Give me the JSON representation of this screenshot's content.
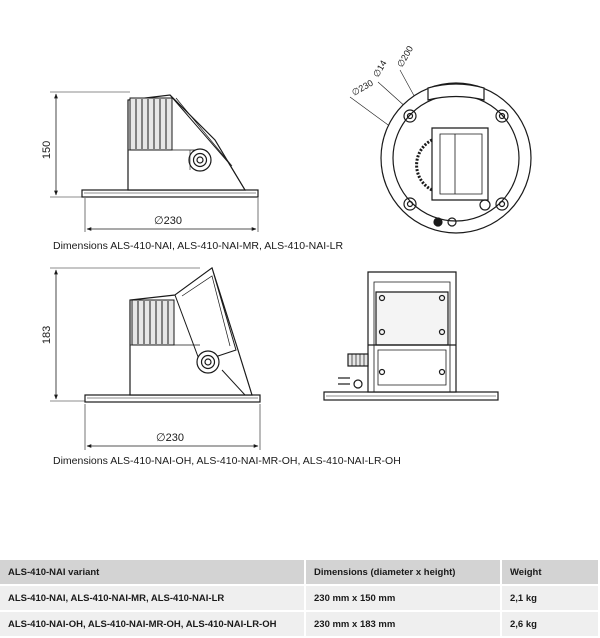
{
  "figure_1": {
    "height_label": "150",
    "diameter_label": "∅230",
    "caption": "Dimensions ALS-410-NAI, ALS-410-NAI-MR, ALS-410-NAI-LR"
  },
  "top_view": {
    "label_200": "∅200",
    "label_14": "∅14",
    "label_230": "∅230"
  },
  "figure_2": {
    "height_label": "183",
    "diameter_label": "∅230",
    "caption": "Dimensions ALS-410-NAI-OH, ALS-410-NAI-MR-OH, ALS-410-NAI-LR-OH"
  },
  "table": {
    "headers": [
      "ALS-410-NAI variant",
      "Dimensions (diameter x height)",
      "Weight"
    ],
    "rows": [
      [
        "ALS-410-NAI, ALS-410-NAI-MR, ALS-410-NAI-LR",
        "230 mm x 150 mm",
        "2,1 kg"
      ],
      [
        "ALS-410-NAI-OH, ALS-410-NAI-MR-OH, ALS-410-NAI-LR-OH",
        "230 mm x 183 mm",
        "2,6 kg"
      ]
    ]
  }
}
